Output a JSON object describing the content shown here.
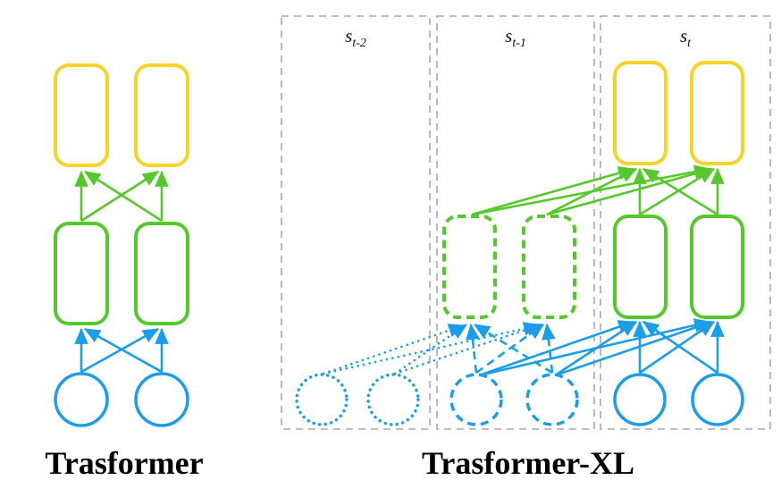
{
  "diagram": {
    "left": {
      "title": "Trasformer"
    },
    "right": {
      "title": "Trasformer-XL",
      "segments": [
        {
          "main": "s",
          "sub": "t-2"
        },
        {
          "main": "s",
          "sub": "t-1"
        },
        {
          "main": "s",
          "sub": "t"
        }
      ]
    },
    "colors": {
      "yellow": "#F5D327",
      "green": "#55C92B",
      "blue": "#1B9DE8",
      "gray": "#A8A8A8",
      "text": "#111111"
    }
  }
}
